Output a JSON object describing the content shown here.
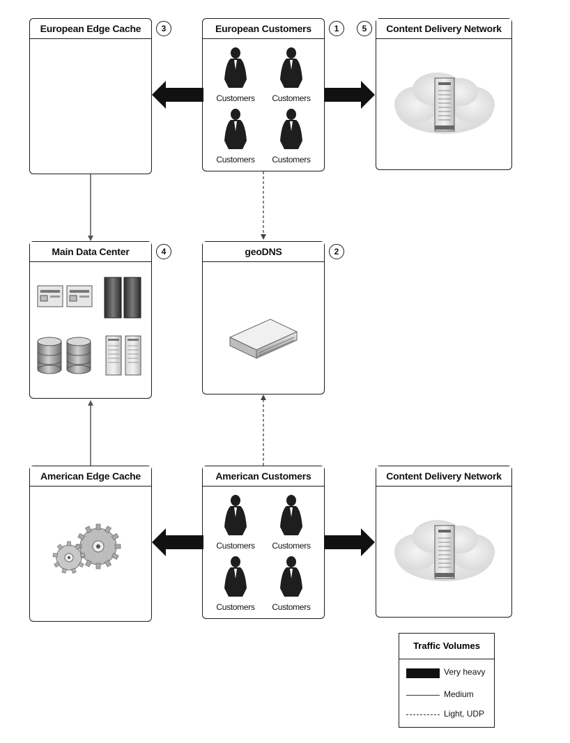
{
  "boxes": {
    "european_edge_cache": {
      "title": "European Edge Cache",
      "badge": "3"
    },
    "european_customers": {
      "title": "European Customers",
      "badge": "1",
      "customer_label": "Customers"
    },
    "cdn_top": {
      "title": "Content Delivery Network",
      "badge": "5"
    },
    "main_data_center": {
      "title": "Main Data Center",
      "badge": "4"
    },
    "geodns": {
      "title": "geoDNS",
      "badge": "2"
    },
    "american_edge_cache": {
      "title": "American Edge Cache"
    },
    "american_customers": {
      "title": "American Customers",
      "customer_label": "Customers"
    },
    "cdn_bottom": {
      "title": "Content Delivery Network"
    }
  },
  "legend": {
    "title": "Traffic Volumes",
    "very_heavy": "Very heavy",
    "medium": "Medium",
    "light": "Light, UDP"
  },
  "colors": {
    "line": "#1a1a1a",
    "gray_dark": "#444444",
    "gray_mid": "#8a8a8a",
    "gray_light": "#cfcfcf",
    "cloud": "#e6e6e6"
  }
}
